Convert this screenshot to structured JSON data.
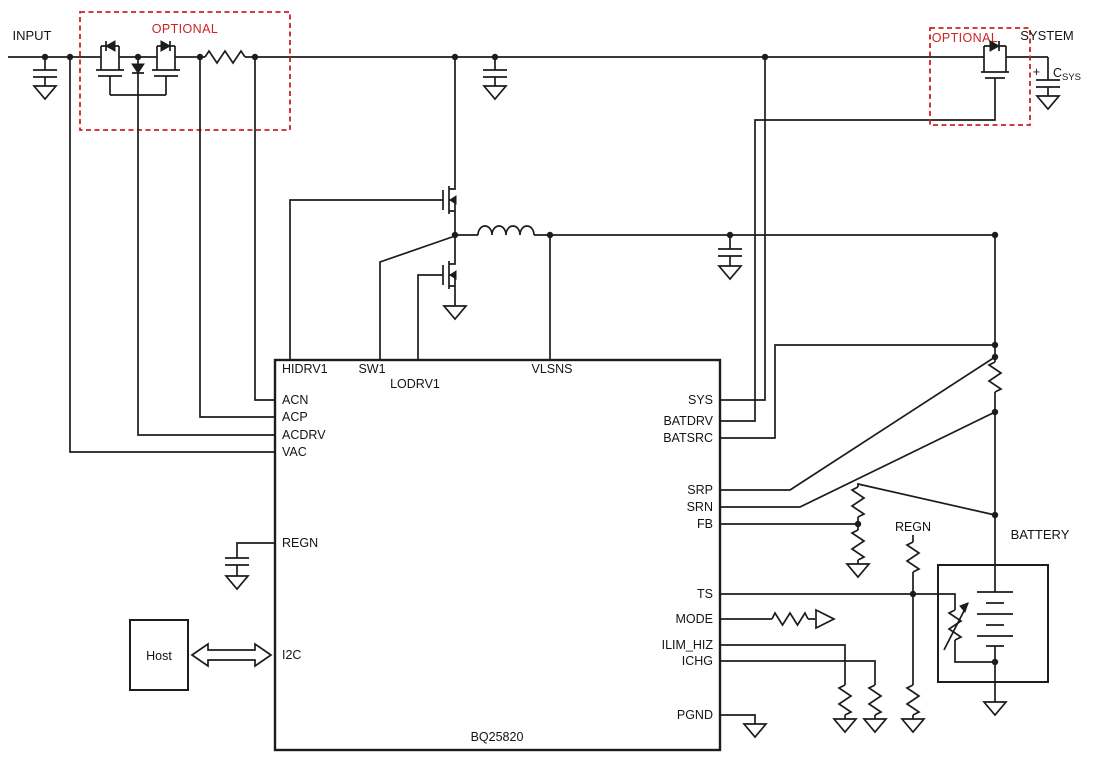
{
  "diagram": {
    "ic": {
      "name": "BQ25820",
      "left_pins": [
        "HIDRV1",
        "ACN",
        "ACP",
        "ACDRV",
        "VAC",
        "REGN",
        "I2C"
      ],
      "top_pins": [
        "SW1",
        "LODRV1",
        "VLSNS"
      ],
      "right_pins": [
        "SYS",
        "BATDRV",
        "BATSRC",
        "SRP",
        "SRN",
        "FB",
        "TS",
        "MODE",
        "ILIM_HIZ",
        "ICHG",
        "PGND"
      ]
    },
    "labels": {
      "input": "INPUT",
      "system": "SYSTEM",
      "battery": "BATTERY",
      "host": "Host",
      "optional_left": "OPTIONAL",
      "optional_right": "OPTIONAL",
      "regn_pullup": "REGN",
      "csys_plus": "+",
      "csys_name": "C",
      "csys_sub": "SYS"
    },
    "colors": {
      "wire": "#1c1c1c",
      "optional_outline": "#cc2222",
      "background": "#ffffff"
    }
  }
}
